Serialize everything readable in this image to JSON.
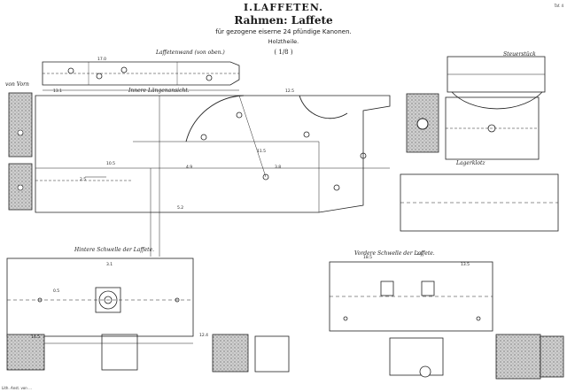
{
  "sheet": {
    "section_title": "I.LAFFETEN.",
    "title": "Rahmen: Laffete",
    "subtitle": "für gezogene eiserne 24 pfündige Kanonen.",
    "subtitle2": "Holztheile.",
    "scale": "( 1/8 )",
    "sheet_ref": "Taf. 4",
    "footer": "Lith. Anst. von ..."
  },
  "labels": {
    "wall_top": "Laffetenwand (von oben.)",
    "inner_longitudinal": "Innere Längenansicht.",
    "steering_piece": "Steuerstück",
    "bearing_block": "Lagerklotz",
    "rear_sill": "Hintere Schwelle der Laffete.",
    "front_sill": "Vordere Schwelle der Laffete.",
    "from_front": "von Vorn"
  },
  "dimensions": [
    "13.1",
    "17.0",
    "12.5",
    "11.5",
    "10.5",
    "4.9",
    "3.8",
    "2.5",
    "5.2",
    "3.1",
    "0.5",
    "14.5",
    "12.4",
    "18.5",
    "2.4",
    "13.5"
  ]
}
